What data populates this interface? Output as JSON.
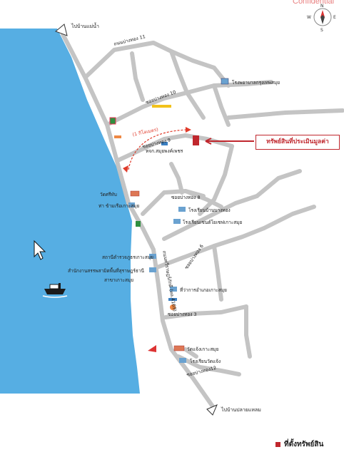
{
  "header": {
    "confidential": "Confidential"
  },
  "compass": {
    "n": "N",
    "e": "E",
    "s": "S",
    "w": "W"
  },
  "roads": {
    "to_mae_nam": "ไปบ้านแม่น้ำ",
    "to_pla_laem": "ไปบ้านปลายแหลม",
    "soi11": "ถนนบ่างทอง 11",
    "soi10": "ซอยบ่างทอง 10",
    "soi9": "ซอยบ่างทอง 9",
    "soi8": "ซอยบ่างทอง 8",
    "soi6": "ซอยบ่างทอง 6",
    "soi3": "ซอยบ่างทอง 3",
    "soi12": "ซอยบ่างทอง12",
    "main_road": "ถนนทวีราษฎร์ภักดี (ทล.4169)"
  },
  "distance": "(1 กิโลเมตร)",
  "landmarks": {
    "hospital": "โรงพยาบาลกรุงเทพสมุย",
    "jewelry": "หจก.สมุยพงค์เพชร",
    "temple_ferry": "วัดศรีทับ",
    "pier": "ท่า ข้ามเรือเกาะสมุย",
    "school_bang": "โรงเรียนบ้านบางทอง",
    "school_samui": "โรงเรียนเซนต์โยเซฟเกาะสมุย",
    "police": "สถานีตำรวจภูธรเกาะสมุย",
    "land_office": "สำนักงานสรรพสามิตพื้นที่สุราษฎร์ธานี",
    "land_office2": "สาขาเกาะสมุย",
    "district": "ที่ว่าการอำเภอเกาะสมุย",
    "temple_cheng": "วัดแจ้งเกาะสมุย",
    "school_cheng": "โรงเรียนวัดแจ้ง"
  },
  "property_callout": "ทรัพย์สินที่ประเมินมูลค่า",
  "legend": {
    "label": "ที่ตั้งทรัพย์สิน"
  },
  "colors": {
    "sea": "#56aee3",
    "road": "#c4c4c4",
    "property": "#c0272d",
    "arrow": "#e03a2a"
  }
}
